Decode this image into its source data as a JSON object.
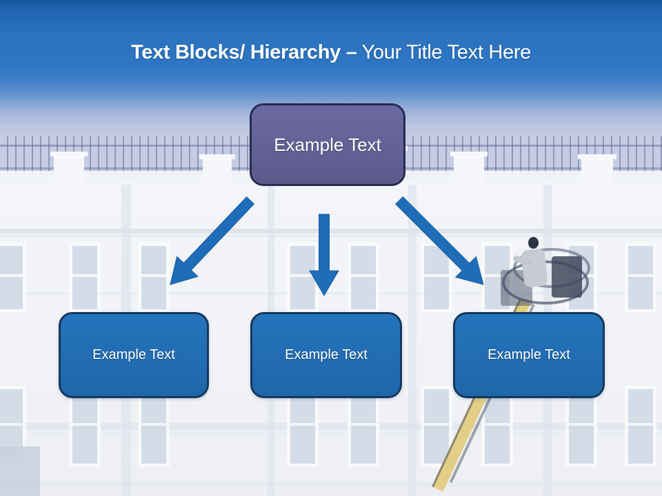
{
  "title": {
    "bold": "Text Blocks/ Hierarchy –",
    "regular": "Your Title Text Here"
  },
  "diagram": {
    "root": {
      "label": "Example Text"
    },
    "children": [
      {
        "label": "Example Text"
      },
      {
        "label": "Example Text"
      },
      {
        "label": "Example Text"
      }
    ]
  },
  "background": {
    "description_elements": [
      "white building facade",
      "rooftop iron railing",
      "worker on cherry-picker lift",
      "yellow lift boom"
    ]
  },
  "colors": {
    "header_blue": "#2E76C3",
    "sky": "#C6CCE4",
    "root_fill": "#615E91",
    "root_border": "#272B4F",
    "child_fill": "#2271B7",
    "child_border": "#16375E",
    "arrow": "#1F6CB8",
    "text": "#FFFFFF"
  }
}
